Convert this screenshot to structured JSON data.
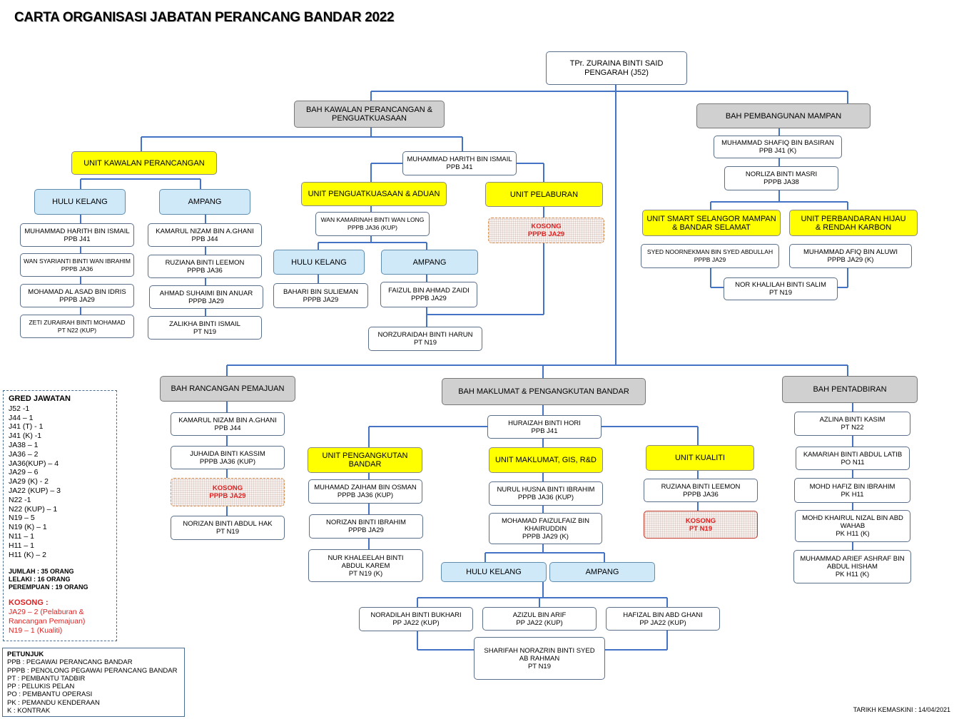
{
  "title": "CARTA ORGANISASI JABATAN PERANCANG BANDAR 2022",
  "updated": "TARIKH KEMASKINI : 14/04/2021",
  "head": [
    "TPr. ZURAINA BINTI SAID",
    "PENGARAH  (J52)"
  ],
  "top": {
    "dept1": [
      "BAH KAWALAN PERANCANGAN  &",
      "PENGUATKUASAAN"
    ],
    "dept2": [
      "BAH PEMBANGUNAN  MAMPAN"
    ],
    "harith": [
      "MUHAMMAD  HARITH BIN ISMAIL",
      "PPB J41"
    ],
    "unit_kawalan": [
      "UNIT  KAWALAN PERANCANGAN"
    ],
    "unit_penguat": [
      "UNIT  PENGUATKUASAAN  & ADUAN"
    ],
    "unit_pelaburan": [
      "UNIT  PELABURAN"
    ],
    "kawalan_hulu": [
      "HULU  KELANG"
    ],
    "kawalan_ampang": [
      "AMPANG"
    ],
    "k1": [
      "MUHAMMAD  HARITH BIN ISMAIL",
      "PPB J41"
    ],
    "k2": [
      "WAN SYARIANTI BINTI WAN IBRAHIM",
      "PPPB JA36"
    ],
    "k3": [
      "MOHAMAD  AL ASAD BIN IDRIS",
      "PPPB JA29"
    ],
    "k4": [
      "ZETI ZURAIRAH BINTI MOHAMAD",
      "PT N22 (KUP)"
    ],
    "a1": [
      "KAMARUL NIZAM BIN A.GHANI",
      "PPB J44"
    ],
    "a2": [
      "RUZIANA BINTI LEEMON",
      "PPPB JA36"
    ],
    "a3": [
      "AHMAD  SUHAIMI BIN ANUAR",
      "PPPB JA29"
    ],
    "a4": [
      "ZALIKHA BINTI ISMAIL",
      "PT N19"
    ],
    "p_wan": [
      "WAN KAMARINAH BINTI WAN LONG",
      "PPPB JA36 (KUP)"
    ],
    "p_hulu": [
      "HULU  KELANG"
    ],
    "p_ampang": [
      "AMPANG"
    ],
    "p_bahari": [
      "BAHARI BIN SULIEMAN",
      "PPPB JA29"
    ],
    "p_faizul": [
      "FAIZUL BIN AHMAD ZAIDI",
      "PPPB JA29"
    ],
    "p_norzur": [
      "NORZURAIDAH BINTI HARUN",
      "PT N19"
    ],
    "pel_kosong": [
      "KOSONG",
      "PPPB JA29"
    ],
    "m_shafiq": [
      "MUHAMMAD  SHAFIQ BIN BASIRAN",
      "PPB J41 (K)"
    ],
    "m_norliza": [
      "NORLIZA BINTI MASRI",
      "PPPB JA38"
    ],
    "unit_smart": [
      "UNIT  SMART  SELANGOR  MAMPAN",
      "& BANDAR SELAMAT"
    ],
    "unit_hijau": [
      "UNIT  PERBANDARAN  HIJAU",
      "& RENDAH  KARBON"
    ],
    "m_syed": [
      "SYED  NOORNEKMAN BIN SYED ABDULLAH",
      "PPPB JA29"
    ],
    "m_afiq": [
      "MUHAMMAD  AFIQ BIN ALUWI",
      "PPPB JA29 (K)"
    ],
    "m_nor": [
      "NOR KHALILAH BINTI SALIM",
      "PT N19"
    ]
  },
  "bottom": {
    "dept3": [
      "BAH RANCANGAN PEMAJUAN"
    ],
    "dept4": [
      "BAH MAKLUMAT & PENGANGKUTAN  BANDAR"
    ],
    "dept5": [
      "BAH PENTADBIRAN"
    ],
    "r1": [
      "KAMARUL NIZAM BIN A.GHANI",
      "PPB J44"
    ],
    "r2": [
      "JUHAIDA BINTI KASSIM",
      "PPPB JA36 (KUP)"
    ],
    "r3": [
      "KOSONG",
      "PPPB JA29"
    ],
    "r4": [
      "NORIZAN BINTI ABDUL HAK",
      "PT N19"
    ],
    "huraizah": [
      "HURAIZAH BINTI HORI",
      "PPB J41"
    ],
    "unit_pengangkutan": [
      "UNIT  PENGANGKUTAN",
      "BANDAR"
    ],
    "unit_maklumat": [
      "UNIT  MAKLUMAT,  GIS,  R&D"
    ],
    "unit_kualiti": [
      "UNIT  KUALITI"
    ],
    "g1": [
      "MUHAMAD  ZAIHAM BIN OSMAN",
      "PPPB JA36 (KUP)"
    ],
    "g2": [
      "NORIZAN BINTI IBRAHIM",
      "PPPB JA29"
    ],
    "g3": [
      "NUR KHALEELAH BINTI",
      "ABDUL KAREM",
      "PT N19 (K)"
    ],
    "mk1": [
      "NURUL HUSNA BINTI IBRAHIM",
      "PPPB JA36 (KUP)"
    ],
    "mk2": [
      "MOHAMAD  FAIZULFAIZ BIN",
      "KHAIRUDDIN",
      "PPPB JA29 (K)"
    ],
    "mk_hulu": [
      "HULU  KELANG"
    ],
    "mk_ampang": [
      "AMPANG"
    ],
    "mk3": [
      "NORADILAH BINTI BUKHARI",
      "PP JA22 (KUP)"
    ],
    "mk4": [
      "AZIZUL BIN ARIF",
      "PP JA22 (KUP)"
    ],
    "mk5": [
      "HAFIZAL BIN ABD GHANI",
      "PP JA22 (KUP)"
    ],
    "mk6": [
      "SHARIFAH NORAZRIN BINTI SYED",
      "AB RAHMAN",
      "PT N19"
    ],
    "q1": [
      "RUZIANA BINTI LEEMON",
      "PPPB JA36"
    ],
    "q2": [
      "KOSONG",
      "PT N19"
    ],
    "t1": [
      "AZLINA BINTI KASIM",
      "PT N22"
    ],
    "t2": [
      "KAMARIAH BINTI ABDUL LATIB",
      "PO N11"
    ],
    "t3": [
      "MOHD HAFIZ BIN IBRAHIM",
      "PK H11"
    ],
    "t4": [
      "MOHD KHAIRUL NIZAL BIN ABD",
      "WAHAB",
      "PK H11 (K)"
    ],
    "t5": [
      "MUHAMMAD  ARIEF ASHRAF BIN",
      "ABDUL HISHAM",
      "PK H11 (K)"
    ]
  },
  "legend": {
    "heading": "GRED  JAWATAN",
    "grades": [
      "J52 -1",
      "J44 – 1",
      "J41 (T) - 1",
      "J41 (K) -1",
      "JA38 – 1",
      "JA36 – 2",
      "JA36(KUP) – 4",
      "JA29 – 6",
      "JA29 (K) - 2",
      "JA22 (KUP) – 3",
      "N22 -1",
      "N22  (KUP) – 1",
      "N19 – 5",
      "N19  (K) – 1",
      "N11 – 1",
      "H11 – 1",
      "H11  (K) – 2"
    ],
    "totals": [
      "JUMLAH  : 35 ORANG",
      "LELAKI  : 16 ORANG",
      "PEREMPUAN  : 19 ORANG"
    ],
    "kosong_heading": "KOSONG  :",
    "kosong": [
      "JA29 – 2 (Pelaburan &",
      "Rancangan Pemajuan)",
      "N19 – 1 (Kualiti)"
    ]
  },
  "key": {
    "heading": "PETUNJUK",
    "items": [
      "PPB : PEGAWAI PERANCANG BANDAR",
      "PPPB : PENOLONG PEGAWAI PERANCANG BANDAR",
      "PT : PEMBANTU TADBIR",
      "PP : PELUKIS PELAN",
      "PO : PEMBANTU  OPERASI",
      "PK : PEMANDU KENDERAAN",
      "K : KONTRAK"
    ]
  },
  "colors": {
    "line": "#4472c4",
    "unit": "#ffff00",
    "dept": "#d0d0d0",
    "sub": "#cfe9f9",
    "vacant": "#e02020"
  }
}
